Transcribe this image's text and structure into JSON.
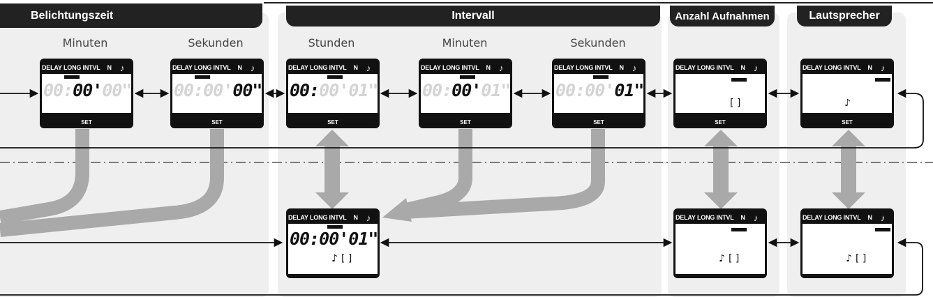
{
  "headers": {
    "belichtungszeit": "Belichtungszeit",
    "intervall": "Intervall",
    "anzahl": "Anzahl Aufnahmen",
    "lautsprecher": "Lautsprecher"
  },
  "sublabels": {
    "minuten1": "Minuten",
    "sekunden1": "Sekunden",
    "stunden": "Stunden",
    "minuten2": "Minuten",
    "sekunden2": "Sekunden"
  },
  "lcd_top": {
    "delay": "DELAY",
    "long": "LONG",
    "intvl": "INTVL",
    "n": "N",
    "note": "♪"
  },
  "set_label": "SET",
  "displays": {
    "exp_min": [
      "00:",
      "00'",
      "00\""
    ],
    "exp_sec": [
      "00:",
      "00'",
      "00\""
    ],
    "int_hr": [
      "00:",
      "00'",
      "01\""
    ],
    "int_min": [
      "00:",
      "00'",
      "01\""
    ],
    "int_sec": [
      "00:",
      "00'",
      "01\""
    ],
    "int_main": "00:00'01\""
  },
  "count_bracket": "[     ]",
  "speaker_note": "♪",
  "colors": {
    "header_bg": "#222222",
    "panel_bg": "#efefef",
    "flow_arrow": "#a9a9a9",
    "lcd_body": "#111111"
  }
}
